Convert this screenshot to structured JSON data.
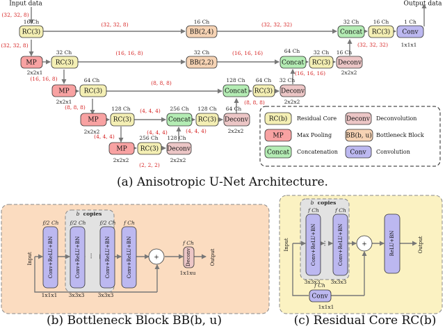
{
  "unet": {
    "input_label": "Input data",
    "output_label": "Output data",
    "caption": "(a) Anisotropic U-Net Architecture.",
    "blocks": {
      "rc1": {
        "label": "RC(3)",
        "ch": "16 Ch"
      },
      "bb1": {
        "label": "BB(2,4)",
        "ch": "16 Ch"
      },
      "concat1": {
        "label": "Concat",
        "ch": "32 Ch"
      },
      "rc_out": {
        "label": "RC(3)",
        "ch": "16 Ch"
      },
      "conv_out": {
        "label": "Conv",
        "ch": "1 Ch",
        "kernel": "1x1x1"
      },
      "mp1": {
        "label": "MP",
        "kernel": "2x2x1"
      },
      "rc2": {
        "label": "RC(3)",
        "ch": "32 Ch"
      },
      "bb2": {
        "label": "BB(2,2)",
        "ch": "32 Ch"
      },
      "concat2": {
        "label": "Concat",
        "ch": "64 Ch"
      },
      "rc2u": {
        "label": "RC(3)",
        "ch": "32 Ch"
      },
      "deconv1": {
        "label": "Deconv",
        "ch": "16 Ch",
        "kernel": "2x2x2"
      },
      "mp2": {
        "label": "MP",
        "kernel": "2x2x1"
      },
      "rc3": {
        "label": "RC(3)",
        "ch": "64 Ch"
      },
      "concat3": {
        "label": "Concat",
        "ch": "128 Ch"
      },
      "rc3u": {
        "label": "RC(3)",
        "ch": "64 Ch"
      },
      "deconv2": {
        "label": "Deconv",
        "ch": "32 Ch",
        "kernel": "2x2x2"
      },
      "mp3": {
        "label": "MP",
        "kernel": "2x2x2"
      },
      "rc4": {
        "label": "RC(3)",
        "ch": "128 Ch"
      },
      "concat4": {
        "label": "Concat",
        "ch": "256 Ch"
      },
      "rc4u": {
        "label": "RC(3)",
        "ch": "128 Ch"
      },
      "deconv3": {
        "label": "Deconv",
        "ch": "64 Ch",
        "kernel": "2x2x2"
      },
      "mp4": {
        "label": "MP",
        "kernel": "2x2x2"
      },
      "rc5": {
        "label": "RC(3)",
        "ch": "256 Ch"
      },
      "deconv4": {
        "label": "Deconv",
        "ch": "128 Ch",
        "kernel": "2x2x2"
      }
    },
    "dims": {
      "d_in": "(32, 32, 8)",
      "d_mp1": "(32, 32, 8)",
      "d_top": "(32, 32, 8)",
      "d_top2": "(32, 32, 32)",
      "d_out": "(32, 32, 32)",
      "d_mp2": "(16, 16, 8)",
      "d_l2": "(16, 16, 8)",
      "d_l2b": "(16, 16, 16)",
      "d_l2c": "(16, 16, 16)",
      "d_mp3": "(8, 8, 8)",
      "d_l3": "(8, 8, 8)",
      "d_l3c": "(8, 8, 8)",
      "d_l4": "(4, 4, 4)",
      "d_l4b": "(4, 4, 4)",
      "d_l5": "(4, 4, 4)",
      "d_l5b": "(4, 4, 4)",
      "d_l6": "(2, 2, 2)"
    },
    "legend": [
      {
        "key": "RC(b)",
        "desc": "Residual Core",
        "color": "#f4efb4"
      },
      {
        "key": "Deconv",
        "desc": "Deconvolution",
        "color": "#ecc6c6"
      },
      {
        "key": "MP",
        "desc": "Max Pooling",
        "color": "#f8a2a2"
      },
      {
        "key": "BB(b, u)",
        "desc": "Bottleneck Block",
        "color": "#f6d3b4"
      },
      {
        "key": "Concat",
        "desc": "Concatenation",
        "color": "#b4ecb4"
      },
      {
        "key": "Conv",
        "desc": "Convolution",
        "color": "#bcb8f0"
      }
    ]
  },
  "bb": {
    "caption": "(b) Bottleneck Block BB(b, u)",
    "copies_label": "copies",
    "b_label": "b",
    "input": "Input",
    "output": "Output",
    "conv1": {
      "text": "Conv+ReLU+BN",
      "ch": "f/2 Ch",
      "kernel": "1x1x1"
    },
    "conv2": {
      "text": "Conv+ReLU+BN",
      "ch": "f/2 Ch",
      "kernel": "3x3x3"
    },
    "conv3": {
      "text": "Conv+ReLU+BN",
      "ch": "f/2 Ch",
      "kernel": "3x3x3"
    },
    "conv4": {
      "text": "Conv+ReLU+BN",
      "ch": "f Ch"
    },
    "deconv": {
      "text": "Deconv",
      "ch": "f Ch",
      "kernel": "1x1xu"
    },
    "dots": "...",
    "plus": "+"
  },
  "rc": {
    "caption": "(c) Residual Core RC(b)",
    "copies_label": "copies",
    "b_label": "b",
    "input": "Input",
    "output": "Output",
    "conv1": {
      "text": "Conv+ReLU+BN",
      "ch": "f Ch",
      "kernel": "3x3x3"
    },
    "conv2": {
      "text": "Conv+ReLU+BN",
      "ch": "f Ch",
      "kernel": "3x3x3"
    },
    "relu": {
      "text": "ReLU+BN"
    },
    "skip_conv": {
      "text": "Conv",
      "ch": "f Ch",
      "kernel": "1x1x1"
    },
    "dots": "...",
    "plus": "+"
  },
  "colors": {
    "rc": "#f4efb4",
    "bb": "#f6d3b4",
    "concat": "#b4ecb4",
    "conv": "#bcb8f0",
    "mp": "#f8a2a2",
    "deconv": "#ecc6c6",
    "panel_bb": "#fbdcc0",
    "panel_rc": "#fbf2c2",
    "copies_bg": "#e2e2e2",
    "dims": "#d62020"
  }
}
